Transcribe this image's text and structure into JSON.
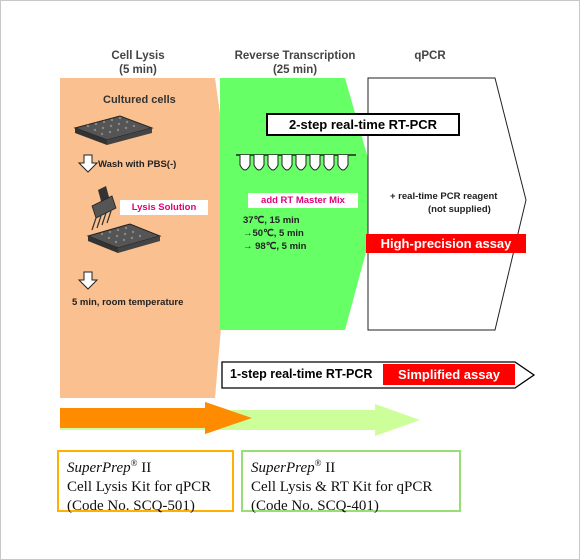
{
  "columns": {
    "lysis": {
      "title": "Cell Lysis",
      "duration": "(5 min)"
    },
    "rt": {
      "title": "Reverse Transcription",
      "duration": "(25 min)"
    },
    "qpcr": {
      "title": "qPCR"
    }
  },
  "lysis_steps": {
    "cultured": "Cultured cells",
    "wash": "Wash with PBS(-)",
    "lysis_solution": "Lysis Solution",
    "incubate": "5 min, room temperature"
  },
  "rt_steps": {
    "add_mix": "add RT Master Mix",
    "temp1": "37℃, 15 min",
    "temp2": "→50℃, 5 min",
    "temp3": "→ 98℃,  5 min"
  },
  "qpcr_steps": {
    "reagent": "+ real-time PCR reagent",
    "not_supplied": "(not supplied)"
  },
  "labels": {
    "two_step": "2-step real-time RT-PCR",
    "high_precision": "High-precision assay",
    "one_step": "1-step real-time RT-PCR",
    "simplified": "Simplified assay"
  },
  "kits": [
    {
      "brand": "SuperPrep",
      "mark": "®",
      "version": " II",
      "line2": "Cell Lysis Kit for qPCR",
      "code": "(Code No. SCQ-501)"
    },
    {
      "brand": "SuperPrep",
      "mark": "®",
      "version": " II",
      "line2": "Cell Lysis & RT Kit for qPCR",
      "code": "(Code No. SCQ-401)"
    }
  ],
  "colors": {
    "lysis_bg": "#fac090",
    "rt_bg": "#66ff66",
    "orange_arrow": "#ff8c00",
    "green_arrow": "#ccff99",
    "kit1_border": "#ffb000",
    "kit2_border": "#99dd77",
    "red": "#ff0000",
    "pink": "#e0007a"
  },
  "icons": [
    "plate-icon",
    "down-arrow-icon",
    "pipette-icon",
    "pcr-strip-icon"
  ]
}
